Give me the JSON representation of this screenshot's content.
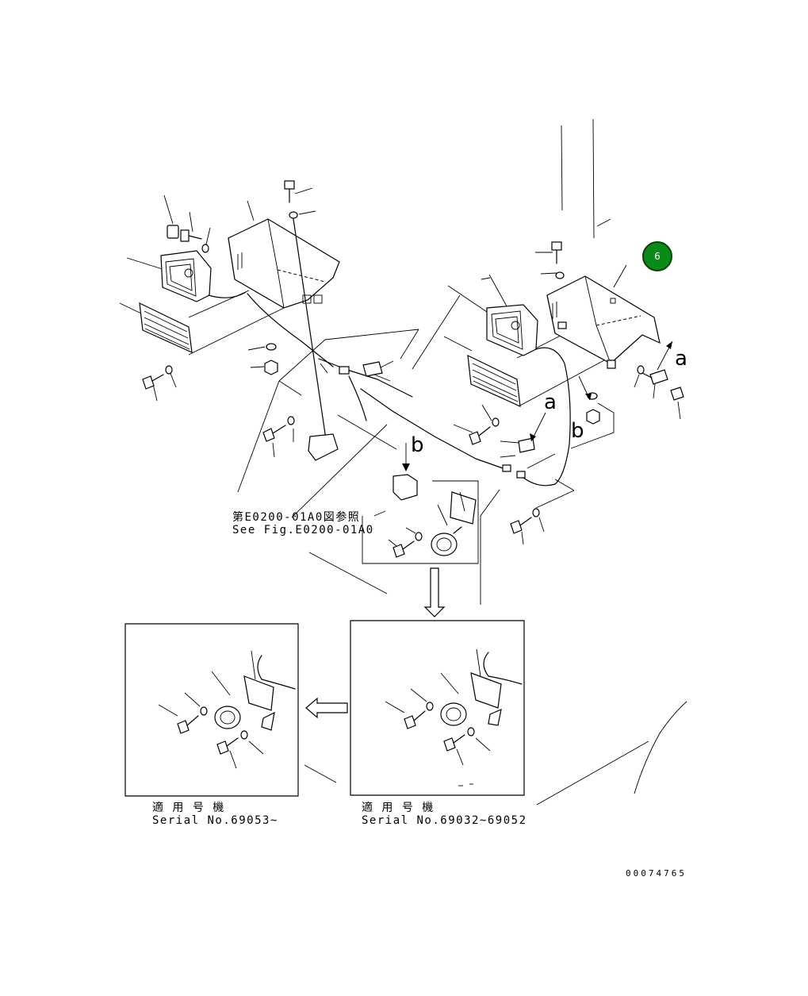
{
  "badge": {
    "label": "6",
    "color": "#0a8a17"
  },
  "callout_letters": {
    "a_right": "a",
    "a_mid": "a",
    "b_right": "b",
    "b_mid": "b"
  },
  "reference_note": {
    "jp": "第E0200-01A0図参照",
    "en": "See Fig.E0200-01A0"
  },
  "inset_left": {
    "label_jp": "適 用 号 機",
    "label_serial": "Serial No.69053~"
  },
  "inset_right": {
    "label_jp": "適 用 号 機",
    "label_serial": "Serial No.69032~69052"
  },
  "drawing_number": "00074765"
}
